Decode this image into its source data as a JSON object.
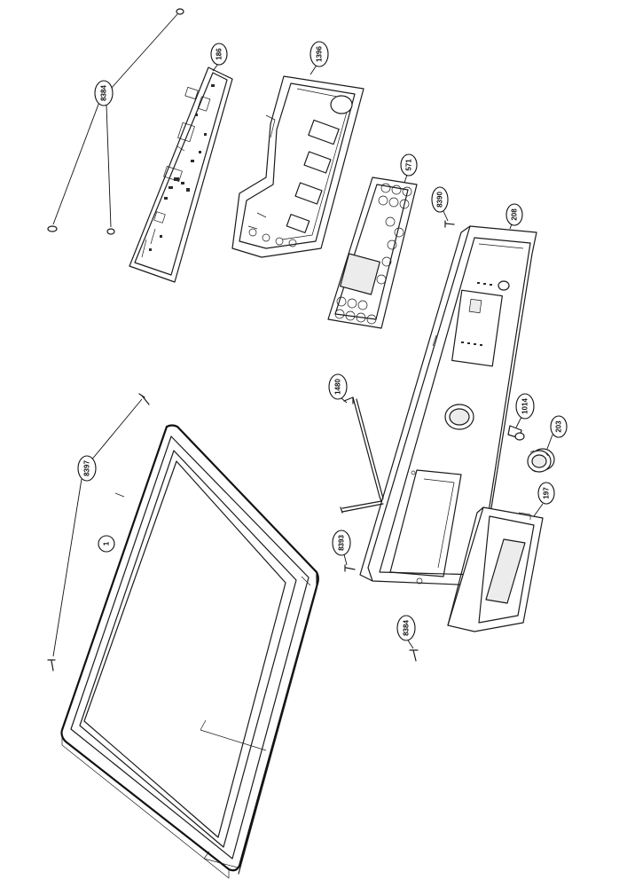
{
  "parts": [
    {
      "id": "p1",
      "callout": "1",
      "name": "frame"
    },
    {
      "id": "p8397",
      "callout": "8397",
      "name": "screw"
    },
    {
      "id": "p8384a",
      "callout": "8384",
      "name": "clip"
    },
    {
      "id": "p186",
      "callout": "186",
      "name": "control-board"
    },
    {
      "id": "p1396",
      "callout": "1396",
      "name": "board-housing"
    },
    {
      "id": "p571",
      "callout": "571",
      "name": "button-carrier"
    },
    {
      "id": "p8390",
      "callout": "8390",
      "name": "screw"
    },
    {
      "id": "p208",
      "callout": "208",
      "name": "control-panel"
    },
    {
      "id": "p1480",
      "callout": "1480",
      "name": "light-guide-rod"
    },
    {
      "id": "p1014",
      "callout": "1014",
      "name": "knob-insert"
    },
    {
      "id": "p203",
      "callout": "203",
      "name": "knob"
    },
    {
      "id": "p8393",
      "callout": "8393",
      "name": "screw"
    },
    {
      "id": "p197",
      "callout": "197",
      "name": "dispenser-drawer"
    },
    {
      "id": "p8384b",
      "callout": "8384",
      "name": "screw"
    }
  ]
}
